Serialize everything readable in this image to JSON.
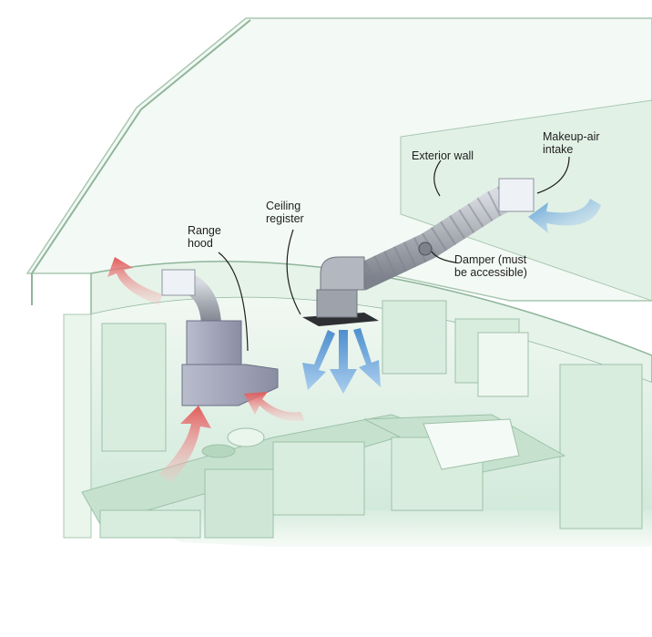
{
  "labels": {
    "range_hood": [
      "Range",
      "hood"
    ],
    "ceiling_register": [
      "Ceiling",
      "register"
    ],
    "exterior_wall": [
      "Exterior wall"
    ],
    "makeup_air_intake": [
      "Makeup-air",
      "intake"
    ],
    "damper": [
      "Damper (must",
      "be accessible)"
    ]
  },
  "colors": {
    "wall_tint": "#dcefe1",
    "wall_line": "#8fb59b",
    "exhaust_arrow": "#e36a6a",
    "supply_arrow": "#6aa6da",
    "duct_metal": "#a9adb4",
    "hood_metal": "#9c9fb2"
  }
}
